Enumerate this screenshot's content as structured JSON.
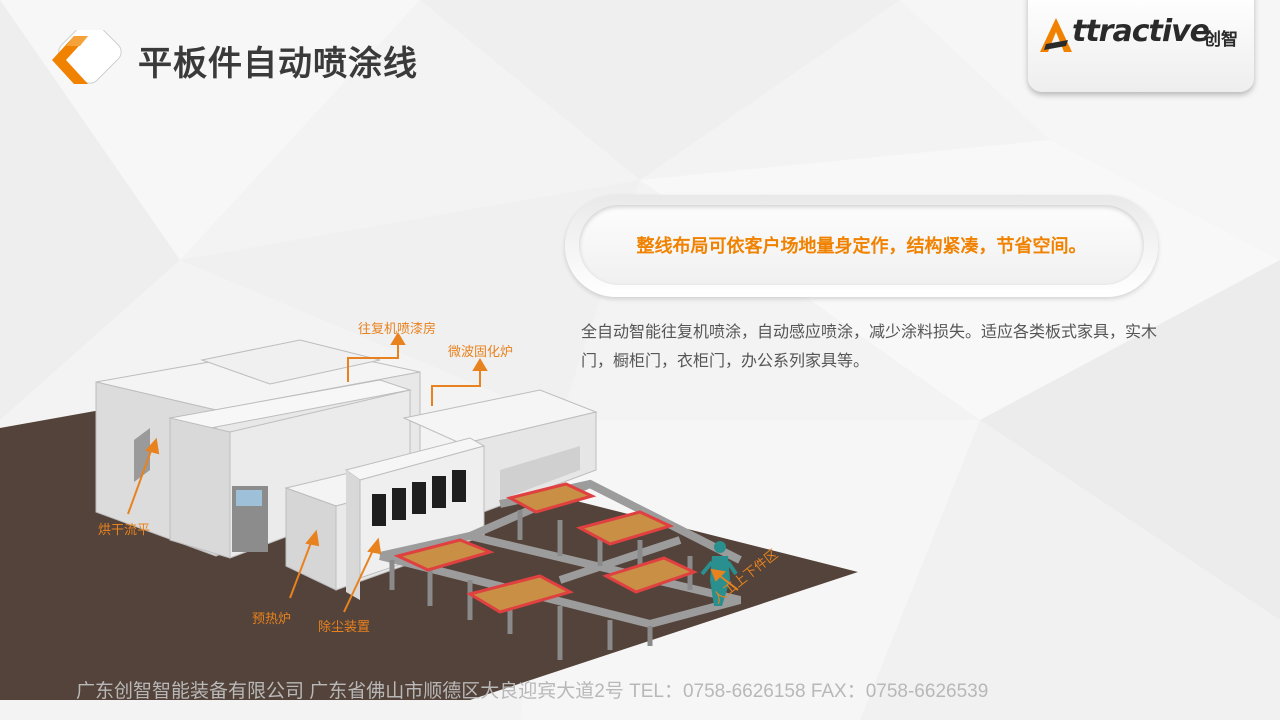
{
  "title": "平板件自动喷涂线",
  "logo": {
    "text": "ttractive",
    "cn": "创智"
  },
  "highlight": "整线布局可依客户场地量身定作，结构紧凑，节省空间。",
  "description": "全自动智能往复机喷涂，自动感应喷涂，减少涂料损失。适应各类板式家具，实木门，橱柜门，衣柜门，办公系列家具等。",
  "diagram": {
    "labels": {
      "spray_room": "往复机喷漆房",
      "microwave": "微波固化炉",
      "drying": "烘干流平",
      "preheat": "预热炉",
      "dust": "除尘装置",
      "manual": "人工上下件区"
    }
  },
  "footer": "广东创智智能装备有限公司  广东省佛山市顺德区大良迎宾大道2号  TEL：0758-6626158   FAX：0758-6626539",
  "colors": {
    "accent": "#f08200",
    "floor": "#54433a",
    "frame_red": "#e04040",
    "tray": "#c88f45"
  }
}
